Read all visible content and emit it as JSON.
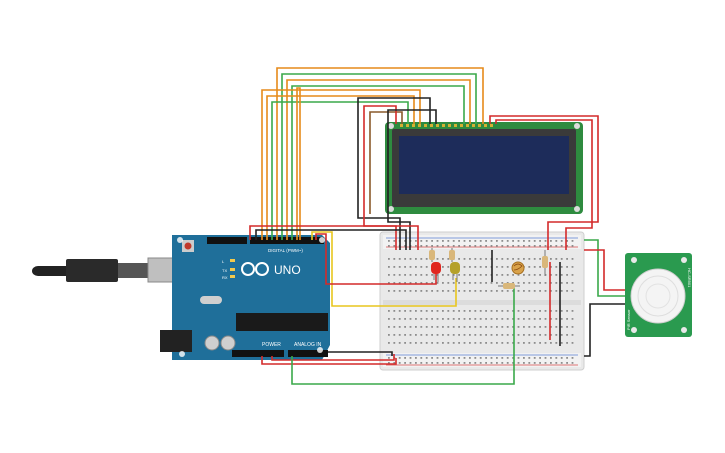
{
  "arduino": {
    "brand": "UNO",
    "digital_header_label": "DIGITAL (PWM~)",
    "power_label": "POWER",
    "analog_label": "ANALOG IN",
    "led_labels": [
      "L",
      "TX",
      "RX"
    ]
  },
  "pir_sensor": {
    "side_labels": [
      "HC-SR501",
      "PIR Sensor"
    ]
  },
  "colors": {
    "arduino_board": "#1f6f9a",
    "breadboard": "#e9e9e9",
    "lcd_board": "#2e8b3f",
    "lcd_screen": "#1d2c5a",
    "pir_board": "#2a9a4f",
    "wire_red": "#d42a2a",
    "wire_black": "#222222",
    "wire_orange": "#e68a1a",
    "wire_green": "#3aa94a",
    "wire_yellow": "#e8c61e",
    "wire_brown": "#8a5a2b"
  },
  "icons": [
    "usb-cable-icon",
    "arduino-logo-icon",
    "reset-button-icon"
  ]
}
